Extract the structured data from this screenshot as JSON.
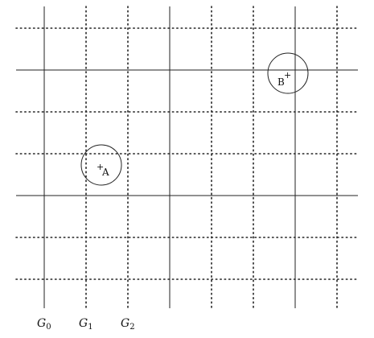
{
  "grid_labels": [
    {
      "main": "G",
      "sub": "0"
    },
    {
      "main": "G",
      "sub": "1"
    },
    {
      "main": "G",
      "sub": "2"
    }
  ],
  "points": [
    {
      "label": "A",
      "marker": "+"
    },
    {
      "label": "B",
      "marker": "+"
    }
  ],
  "styles": {
    "solid": "solid",
    "dotted": "dotted"
  }
}
